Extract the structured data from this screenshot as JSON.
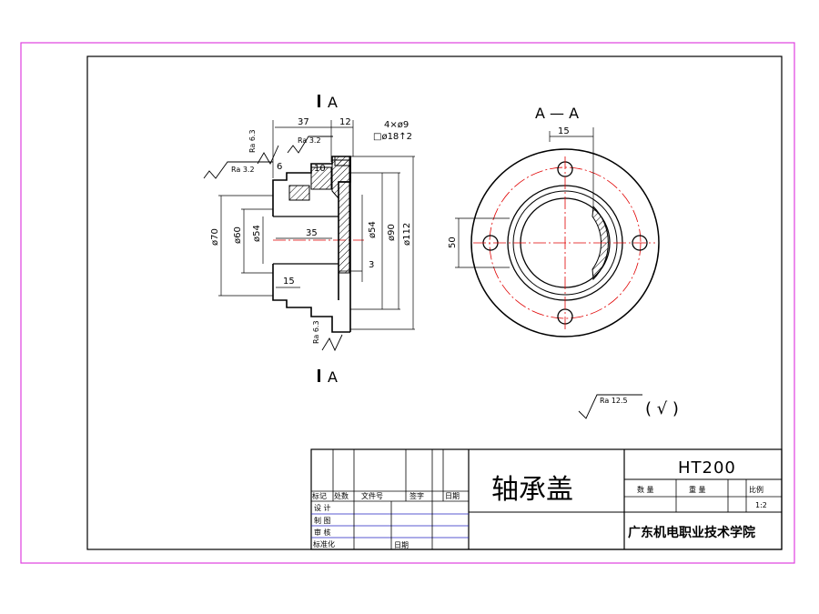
{
  "sections": {
    "marker_top": "A",
    "marker_bottom": "A",
    "view_title": "A — A"
  },
  "dims": {
    "d37": "37",
    "d12": "12",
    "d6": "6",
    "d10": "10",
    "d15": "15",
    "d3": "3",
    "d35": "35",
    "d50": "50",
    "d15_right": "15",
    "hole_spec": "4×ø9",
    "flatness": "□ø18↑2",
    "d70": "ø70",
    "d60": "ø60",
    "d54": "ø54",
    "d54b": "ø54",
    "d90": "ø90",
    "d112": "ø112"
  },
  "roughness": {
    "ra63_top": "Ra 6.3",
    "ra32_a": "Ra 3.2",
    "ra32_b": "Ra 3.2",
    "ra63_bottom": "Ra 6.3",
    "general": "Ra 12.5",
    "general_paren": "( √ )"
  },
  "title_block": {
    "part_name": "轴承盖",
    "material": "HT200",
    "h_mark": "标记",
    "h_count": "处数",
    "h_file": "文件号",
    "h_sign": "签字",
    "h_date": "日期",
    "r_design": "设 计",
    "r_draw": "制 图",
    "r_review": "审 核",
    "r_std": "标准化",
    "r_date": "日期",
    "c_qty": "数 量",
    "c_weight": "重 量",
    "c_scale": "比例",
    "scale_value": "1:2",
    "school": "广东机电职业技术学院"
  },
  "colors": {
    "frame_outer": "#e040e0",
    "line": "#000000",
    "centerline": "#e00000",
    "blue": "#2020c0"
  }
}
